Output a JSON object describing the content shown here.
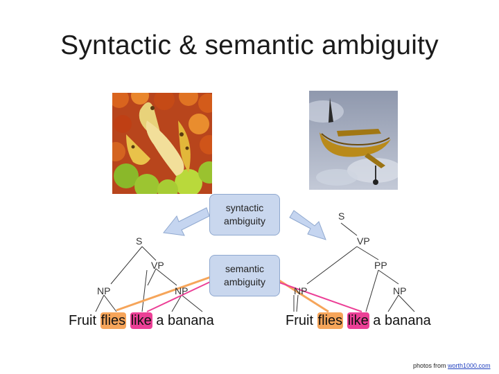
{
  "slide": {
    "title": "Syntactic & semantic ambiguity"
  },
  "bubbles": {
    "syntactic": "syntactic ambiguity",
    "semantic": "semantic ambiguity"
  },
  "left_tree": {
    "labels": {
      "S": "S",
      "VP": "VP",
      "NP1": "NP",
      "NP2": "NP"
    },
    "sentence": [
      "Fruit",
      "flies",
      "like",
      "a",
      "banana"
    ]
  },
  "right_tree": {
    "labels": {
      "S": "S",
      "VP": "VP",
      "PP": "PP",
      "NP1": "NP",
      "NP2": "NP"
    },
    "sentence": [
      "Fruit",
      "flies",
      "like",
      "a",
      "banana"
    ]
  },
  "credit": {
    "prefix": "photos from ",
    "link": "worth1000.com"
  },
  "colors": {
    "orange": "#f6a55a",
    "pink": "#ec3f96",
    "bubble": "#c9d7ee",
    "arrow": "#c5d5f0"
  }
}
